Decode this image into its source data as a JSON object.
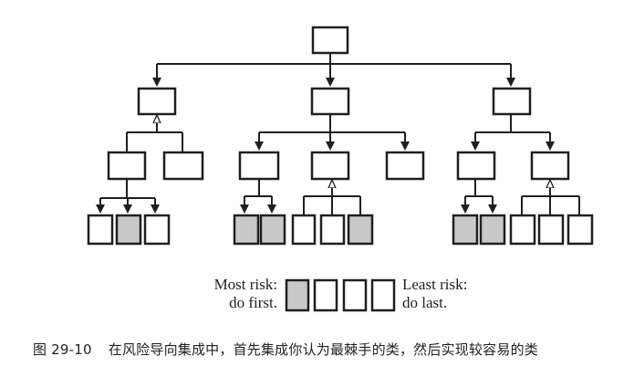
{
  "legend": {
    "left_line1": "Most risk:",
    "left_line2": "do first.",
    "right_line1": "Least risk:",
    "right_line2": "do last."
  },
  "caption": {
    "number": "图 29-10",
    "text": "在风险导向集成中，首先集成你认为最棘手的类，然后实现较容易的类"
  },
  "colors": {
    "line": "#1f1f1f",
    "box_fill": "#ffffff",
    "risk_fill": "#c8c8c8"
  }
}
